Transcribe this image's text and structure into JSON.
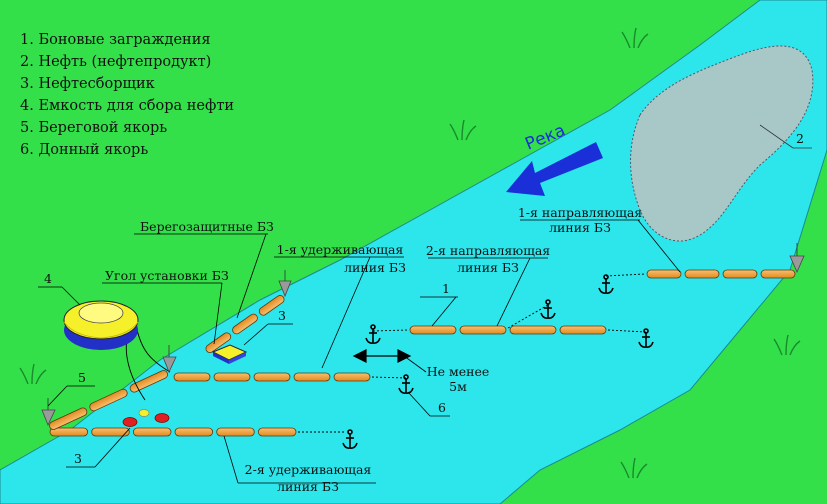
{
  "legend": [
    "1. Боновые заграждения",
    "2. Нефть (нефтепродукт)",
    "3. Нефтесборщик",
    "4. Емкость для сбора нефти",
    "5. Береговой якорь",
    "6. Донный якорь"
  ],
  "labels": {
    "river": "Река",
    "first_guide_l1": "1-я направляющая",
    "first_guide_l2": "линия БЗ",
    "shore_booms": "Берегозащитные БЗ",
    "install_angle": "Угол установки БЗ",
    "first_hold_l1": "1-я удерживающая",
    "first_hold_l2": "линия БЗ",
    "second_guide_l1": "2-я направляющая",
    "second_guide_l2": "линия БЗ",
    "min_dist_l1": "Не менее",
    "min_dist_l2": "5м",
    "second_hold_l1": "2-я удерживающая",
    "second_hold_l2": "линия БЗ",
    "num_1": "1",
    "num_2": "2",
    "num_3a": "3",
    "num_3b": "3",
    "num_4": "4",
    "num_5": "5",
    "num_6": "6"
  },
  "colors": {
    "land": "#33e04a",
    "water": "#2ce6ec",
    "oil": "#a8c8c8",
    "boom": "#f2a33a",
    "tank": "#f5f02a",
    "tank_base": "#2230c8",
    "arrow": "#1a2fd8",
    "anchor": "#000000",
    "shore_anchor": "#9a9a9a"
  }
}
